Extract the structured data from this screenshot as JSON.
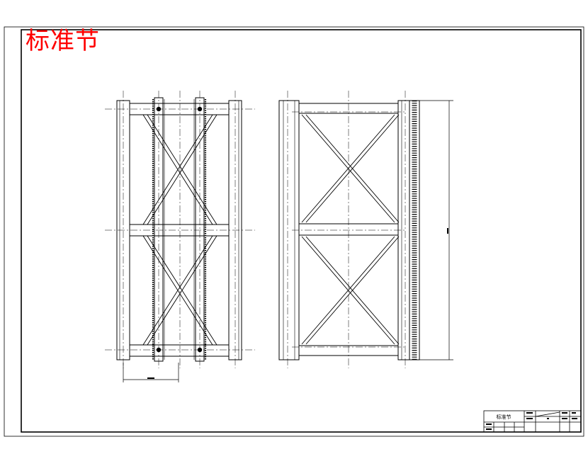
{
  "drawing": {
    "title": "标准节",
    "title_color": "#ff0000",
    "line_color": "#000000",
    "paper_color": "#ffffff"
  },
  "title_block": {
    "name": "标准节",
    "ratio": "1:1"
  }
}
